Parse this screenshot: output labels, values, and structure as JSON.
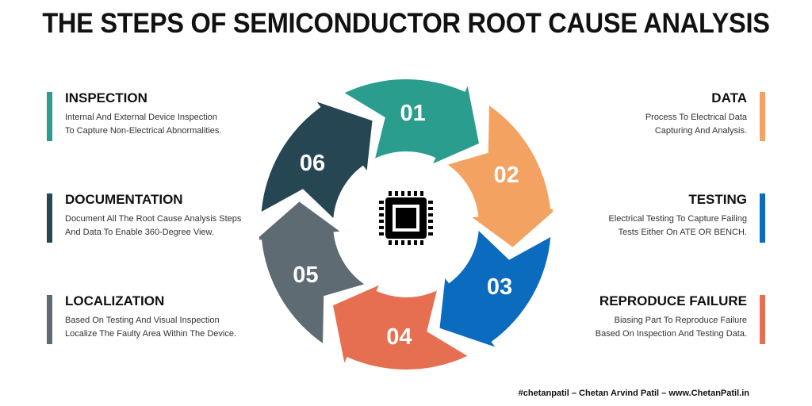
{
  "title": "THE STEPS OF SEMICONDUCTOR ROOT CAUSE ANALYSIS",
  "center_icon": "microchip-icon",
  "steps": [
    {
      "number": "01",
      "heading": "INSPECTION",
      "line1": "Internal And External Device Inspection",
      "line2": "To Capture Non-Electrical Abnormalities.",
      "color": "#2a9d8f",
      "side": "left"
    },
    {
      "number": "02",
      "heading": "DATA",
      "line1": "Process To Electrical Data",
      "line2": "Capturing And Analysis.",
      "color": "#f4a261",
      "side": "right"
    },
    {
      "number": "03",
      "heading": "TESTING",
      "line1": "Electrical Testing To Capture Failing",
      "line2": "Tests Either On ATE OR BENCH.",
      "color": "#0a6bbf",
      "side": "right"
    },
    {
      "number": "04",
      "heading": "REPRODUCE FAILURE",
      "line1": "Biasing Part To Reproduce Failure",
      "line2": "Based On Inspection And Testing Data.",
      "color": "#e76f51",
      "side": "right"
    },
    {
      "number": "05",
      "heading": "LOCALIZATION",
      "line1": "Based On Testing And Visual Inspection",
      "line2": "Localize The Faulty Area Within The Device.",
      "color": "#5f6b73",
      "side": "left"
    },
    {
      "number": "06",
      "heading": "DOCUMENTATION",
      "line1": "Document All The Root Cause Analysis Steps",
      "line2": "And Data To Enable 360-Degree View.",
      "color": "#264653",
      "side": "left"
    }
  ],
  "footer": "#chetanpatil – Chetan Arvind Patil – www.ChetanPatil.in"
}
